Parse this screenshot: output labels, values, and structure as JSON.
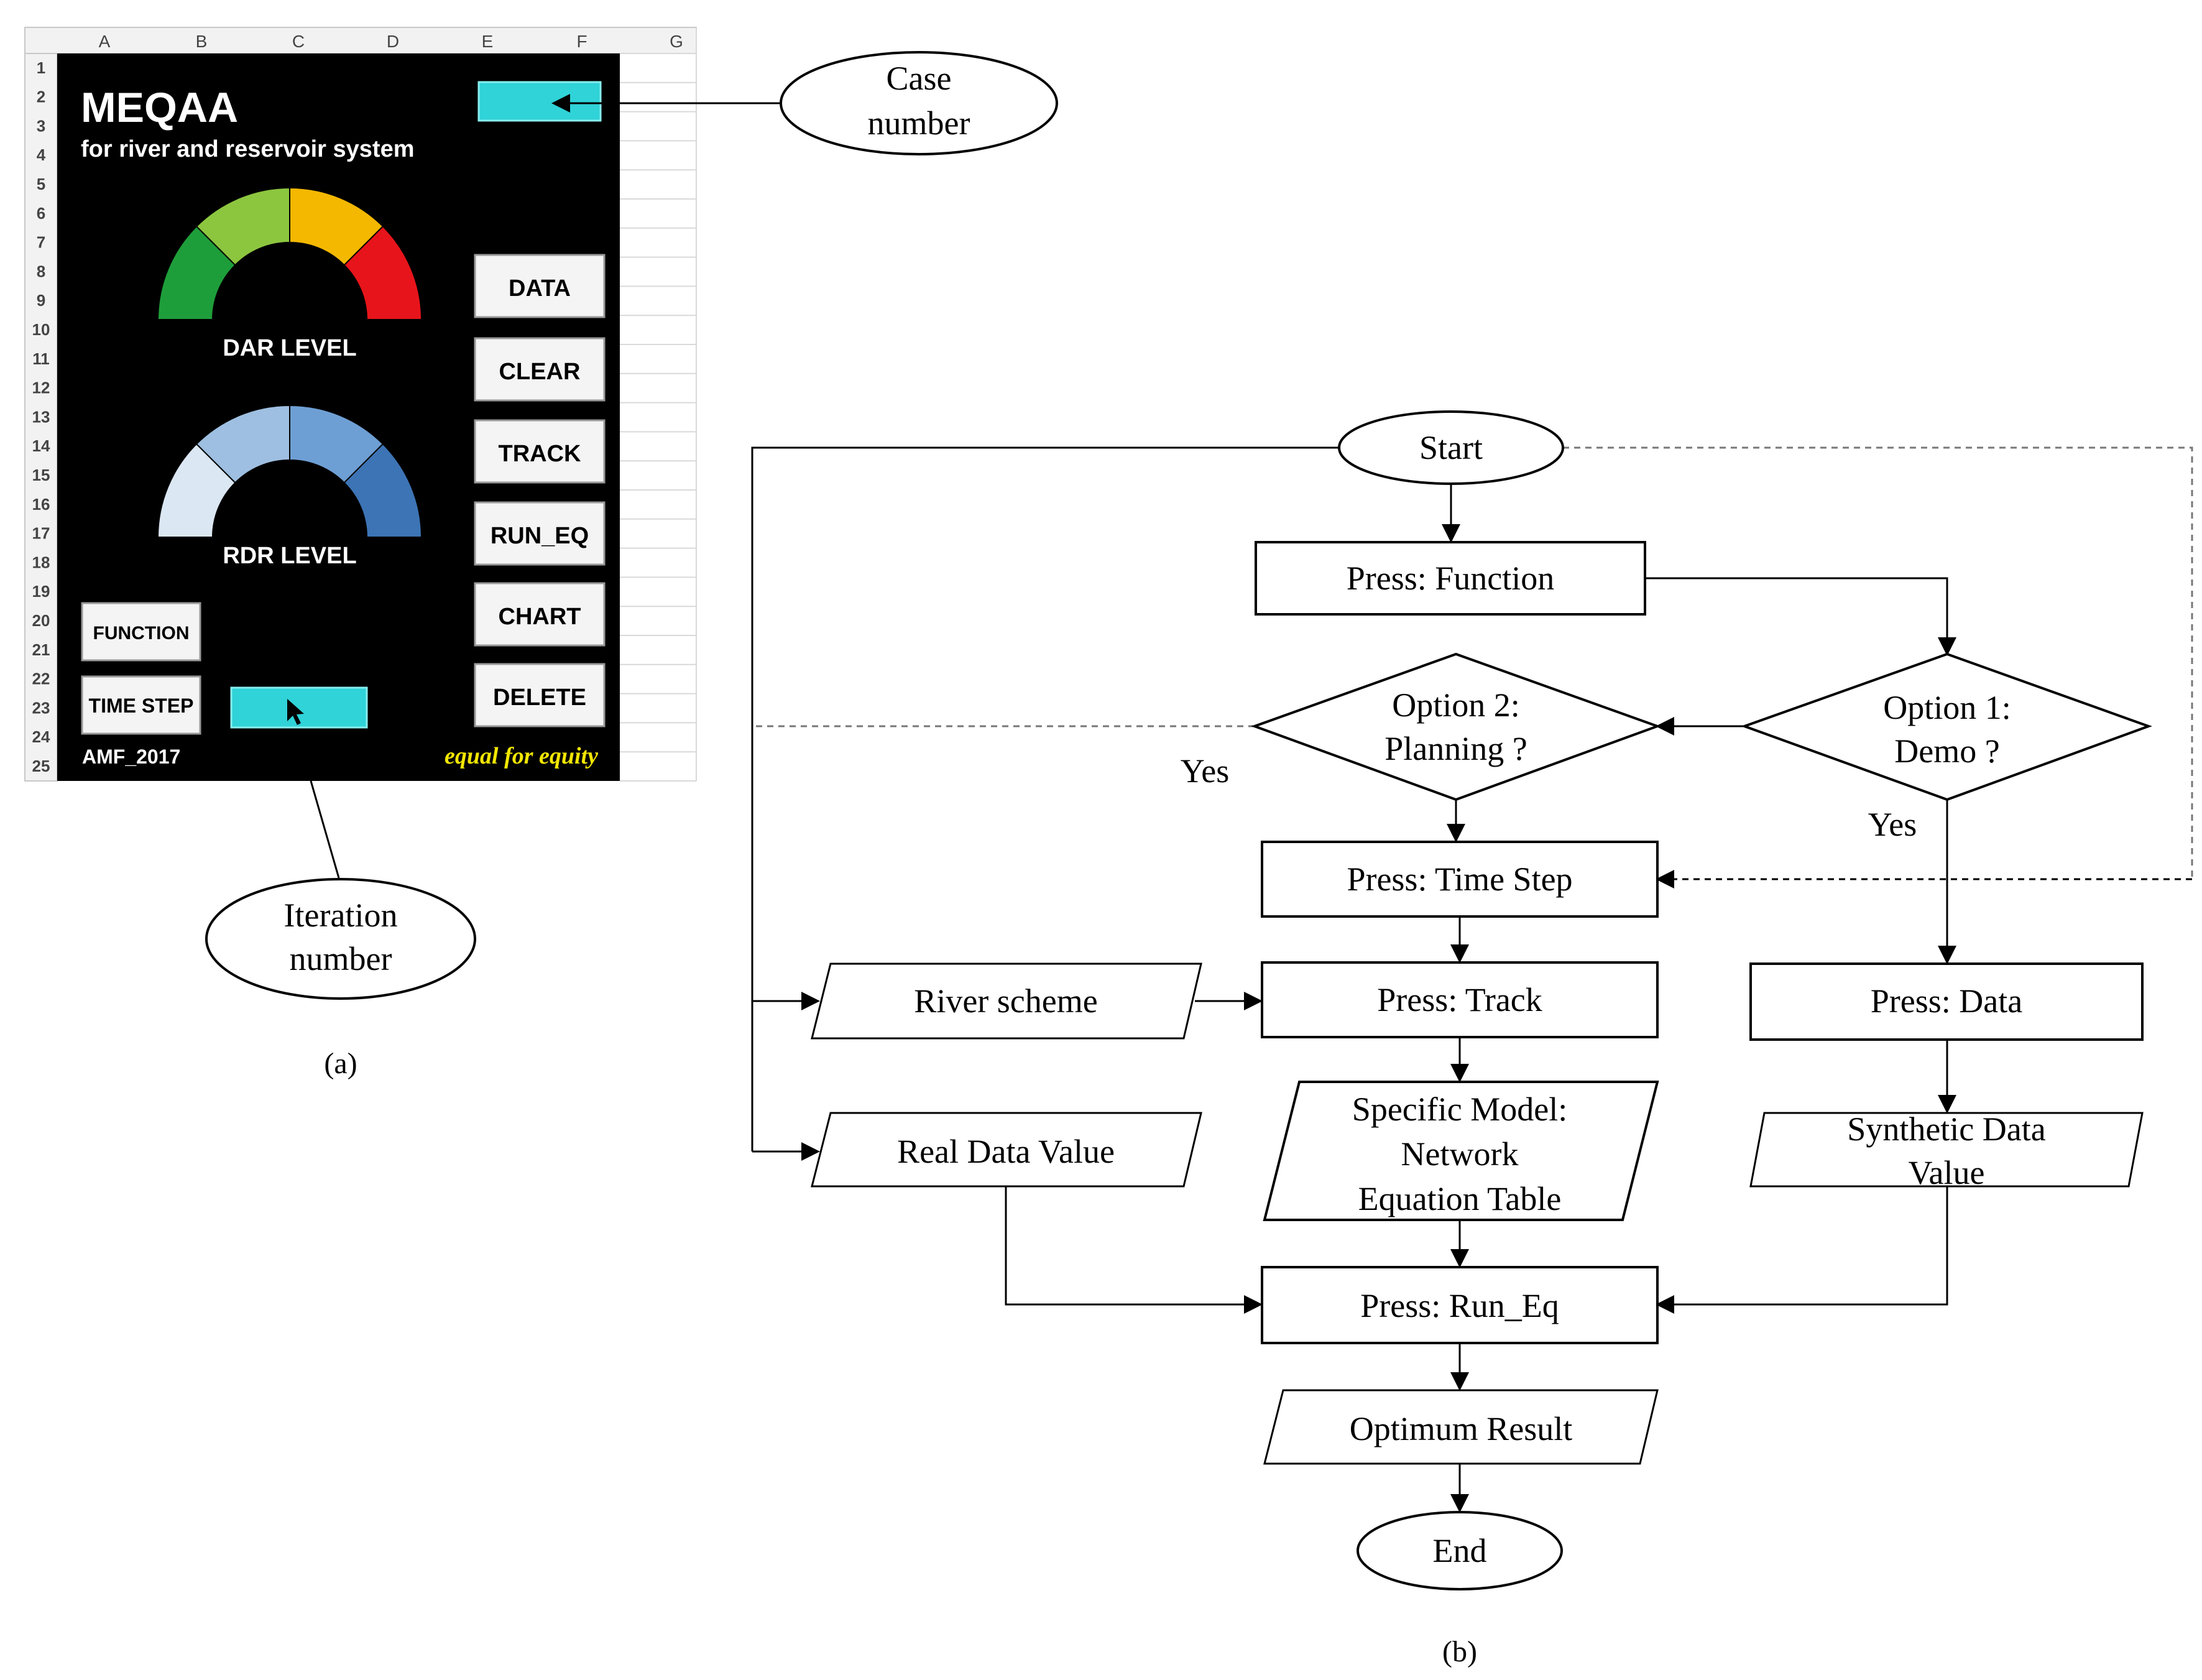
{
  "panel_a": {
    "column_letters": [
      "A",
      "B",
      "C",
      "D",
      "E",
      "F",
      "G"
    ],
    "row_numbers": [
      "1",
      "2",
      "3",
      "4",
      "5",
      "6",
      "7",
      "8",
      "9",
      "10",
      "11",
      "12",
      "13",
      "14",
      "15",
      "16",
      "17",
      "18",
      "19",
      "20",
      "21",
      "22",
      "23",
      "24",
      "25"
    ],
    "title": "MEQAA",
    "subtitle": "for river and reservoir system",
    "dar_gauge_label": "DAR LEVEL",
    "rdr_gauge_label": "RDR LEVEL",
    "dar_colors": [
      "#1e9e3a",
      "#8cc63f",
      "#f5b800",
      "#e8141b"
    ],
    "rdr_colors": [
      "#dbe7f3",
      "#9ebfe1",
      "#6e9fd4",
      "#3d74b5"
    ],
    "buttons": {
      "data": "DATA",
      "clear": "CLEAR",
      "track": "TRACK",
      "run_eq": "RUN_EQ",
      "chart": "CHART",
      "delete": "DELETE",
      "function": "FUNCTION",
      "time_step": "TIME STEP"
    },
    "footer_left": "AMF_2017",
    "footer_right": "equal for equity",
    "callout_case": [
      "Case",
      "number"
    ],
    "callout_iteration": [
      "Iteration",
      "number"
    ],
    "caption": "(a)",
    "accent_cell_color": "#2fd3d8"
  },
  "panel_b": {
    "start": "Start",
    "press_function": "Press: Function",
    "option1": [
      "Option 1:",
      "Demo ?"
    ],
    "option2": [
      "Option 2:",
      "Planning ?"
    ],
    "yes_left": "Yes",
    "yes_right": "Yes",
    "press_time_step": "Press: Time Step",
    "river_scheme": "River scheme",
    "press_track": "Press: Track",
    "press_data": "Press: Data",
    "real_data_value": "Real Data Value",
    "specific_model": [
      "Specific Model:",
      "Network",
      "Equation Table"
    ],
    "synthetic_data": [
      "Synthetic Data",
      "Value"
    ],
    "press_run_eq": "Press: Run_Eq",
    "optimum_result": "Optimum Result",
    "end": "End",
    "caption": "(b)"
  }
}
